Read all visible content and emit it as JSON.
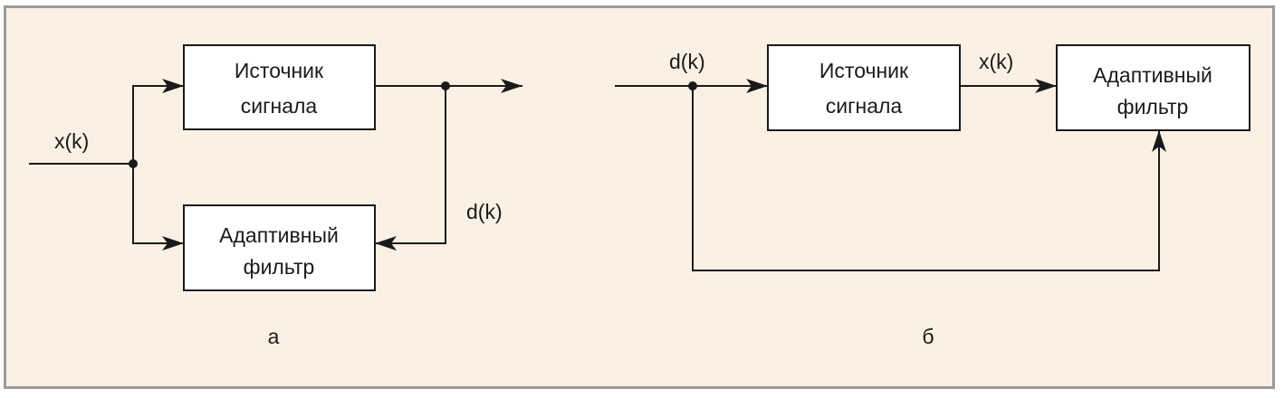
{
  "diagram_a": {
    "signal_source": {
      "line1": "Источник",
      "line2": "сигнала"
    },
    "adaptive_filter": {
      "line1": "Адаптивный",
      "line2": "фильтр"
    },
    "input_label": "x(k)",
    "feedback_label": "d(k)",
    "caption": "а"
  },
  "diagram_b": {
    "signal_source": {
      "line1": "Источник",
      "line2": "сигнала"
    },
    "adaptive_filter": {
      "line1": "Адаптивный",
      "line2": "фильтр"
    },
    "input_label": "d(k)",
    "mid_label": "x(k)",
    "caption": "б"
  }
}
